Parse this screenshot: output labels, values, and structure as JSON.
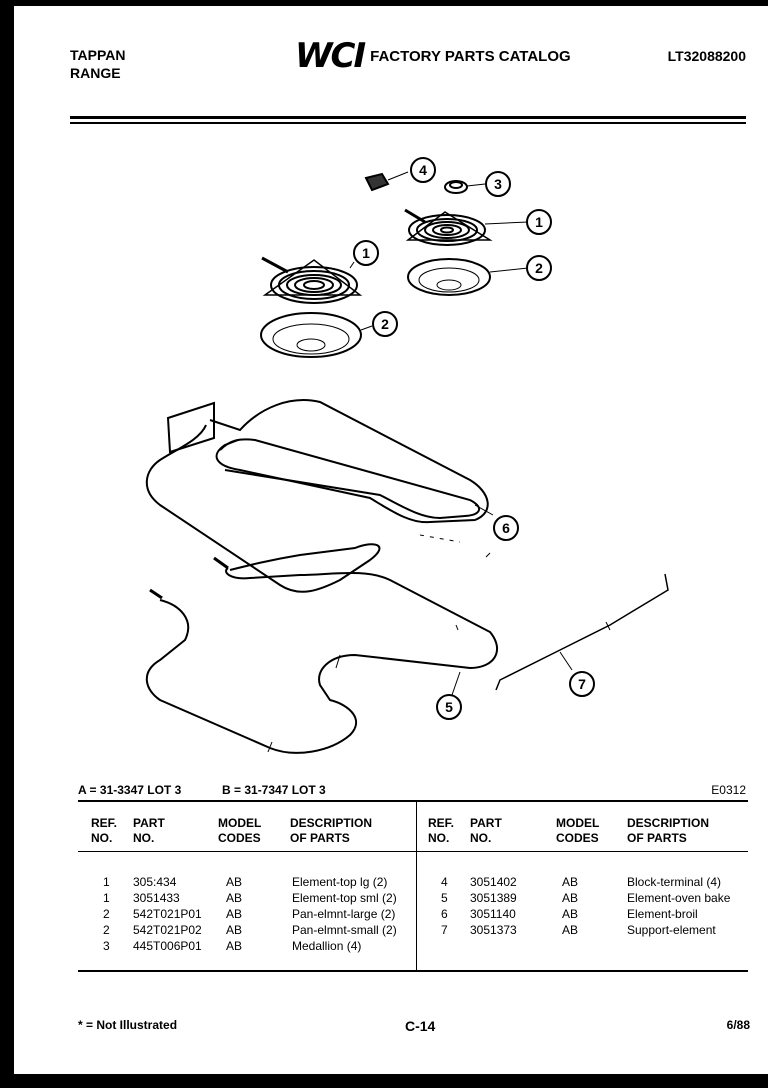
{
  "header": {
    "brand_line1": "TAPPAN",
    "brand_line2": "RANGE",
    "logo": "WCI",
    "catalog_title": "FACTORY PARTS CATALOG",
    "model_number": "LT32088200"
  },
  "diagram": {
    "callouts": [
      "1",
      "1",
      "2",
      "2",
      "3",
      "4",
      "5",
      "6",
      "7"
    ]
  },
  "lots": {
    "a": "A = 31-3347 LOT 3",
    "b": "B = 31-7347 LOT 3",
    "drawing_no": "E0312"
  },
  "table": {
    "headers": {
      "ref": "REF.\nNO.",
      "part": "PART\nNO.",
      "model": "MODEL\nCODES",
      "desc": "DESCRIPTION\nOF PARTS"
    },
    "left_rows": [
      {
        "ref": "1",
        "part": "305:434",
        "codes": "AB",
        "desc": "Element-top lg (2)"
      },
      {
        "ref": "1",
        "part": "3051433",
        "codes": "AB",
        "desc": "Element-top sml (2)"
      },
      {
        "ref": "2",
        "part": "542T021P01",
        "codes": "AB",
        "desc": "Pan-elmnt-large (2)"
      },
      {
        "ref": "2",
        "part": "542T021P02",
        "codes": "AB",
        "desc": "Pan-elmnt-small (2)"
      },
      {
        "ref": "3",
        "part": "445T006P01",
        "codes": "AB",
        "desc": "Medallion (4)"
      }
    ],
    "right_rows": [
      {
        "ref": "4",
        "part": "3051402",
        "codes": "AB",
        "desc": "Block-terminal (4)"
      },
      {
        "ref": "5",
        "part": "3051389",
        "codes": "AB",
        "desc": "Element-oven bake"
      },
      {
        "ref": "6",
        "part": "3051140",
        "codes": "AB",
        "desc": "Element-broil"
      },
      {
        "ref": "7",
        "part": "3051373",
        "codes": "AB",
        "desc": "Support-element"
      }
    ]
  },
  "footer": {
    "note": "* = Not Illustrated",
    "page": "C-14",
    "date": "6/88"
  }
}
